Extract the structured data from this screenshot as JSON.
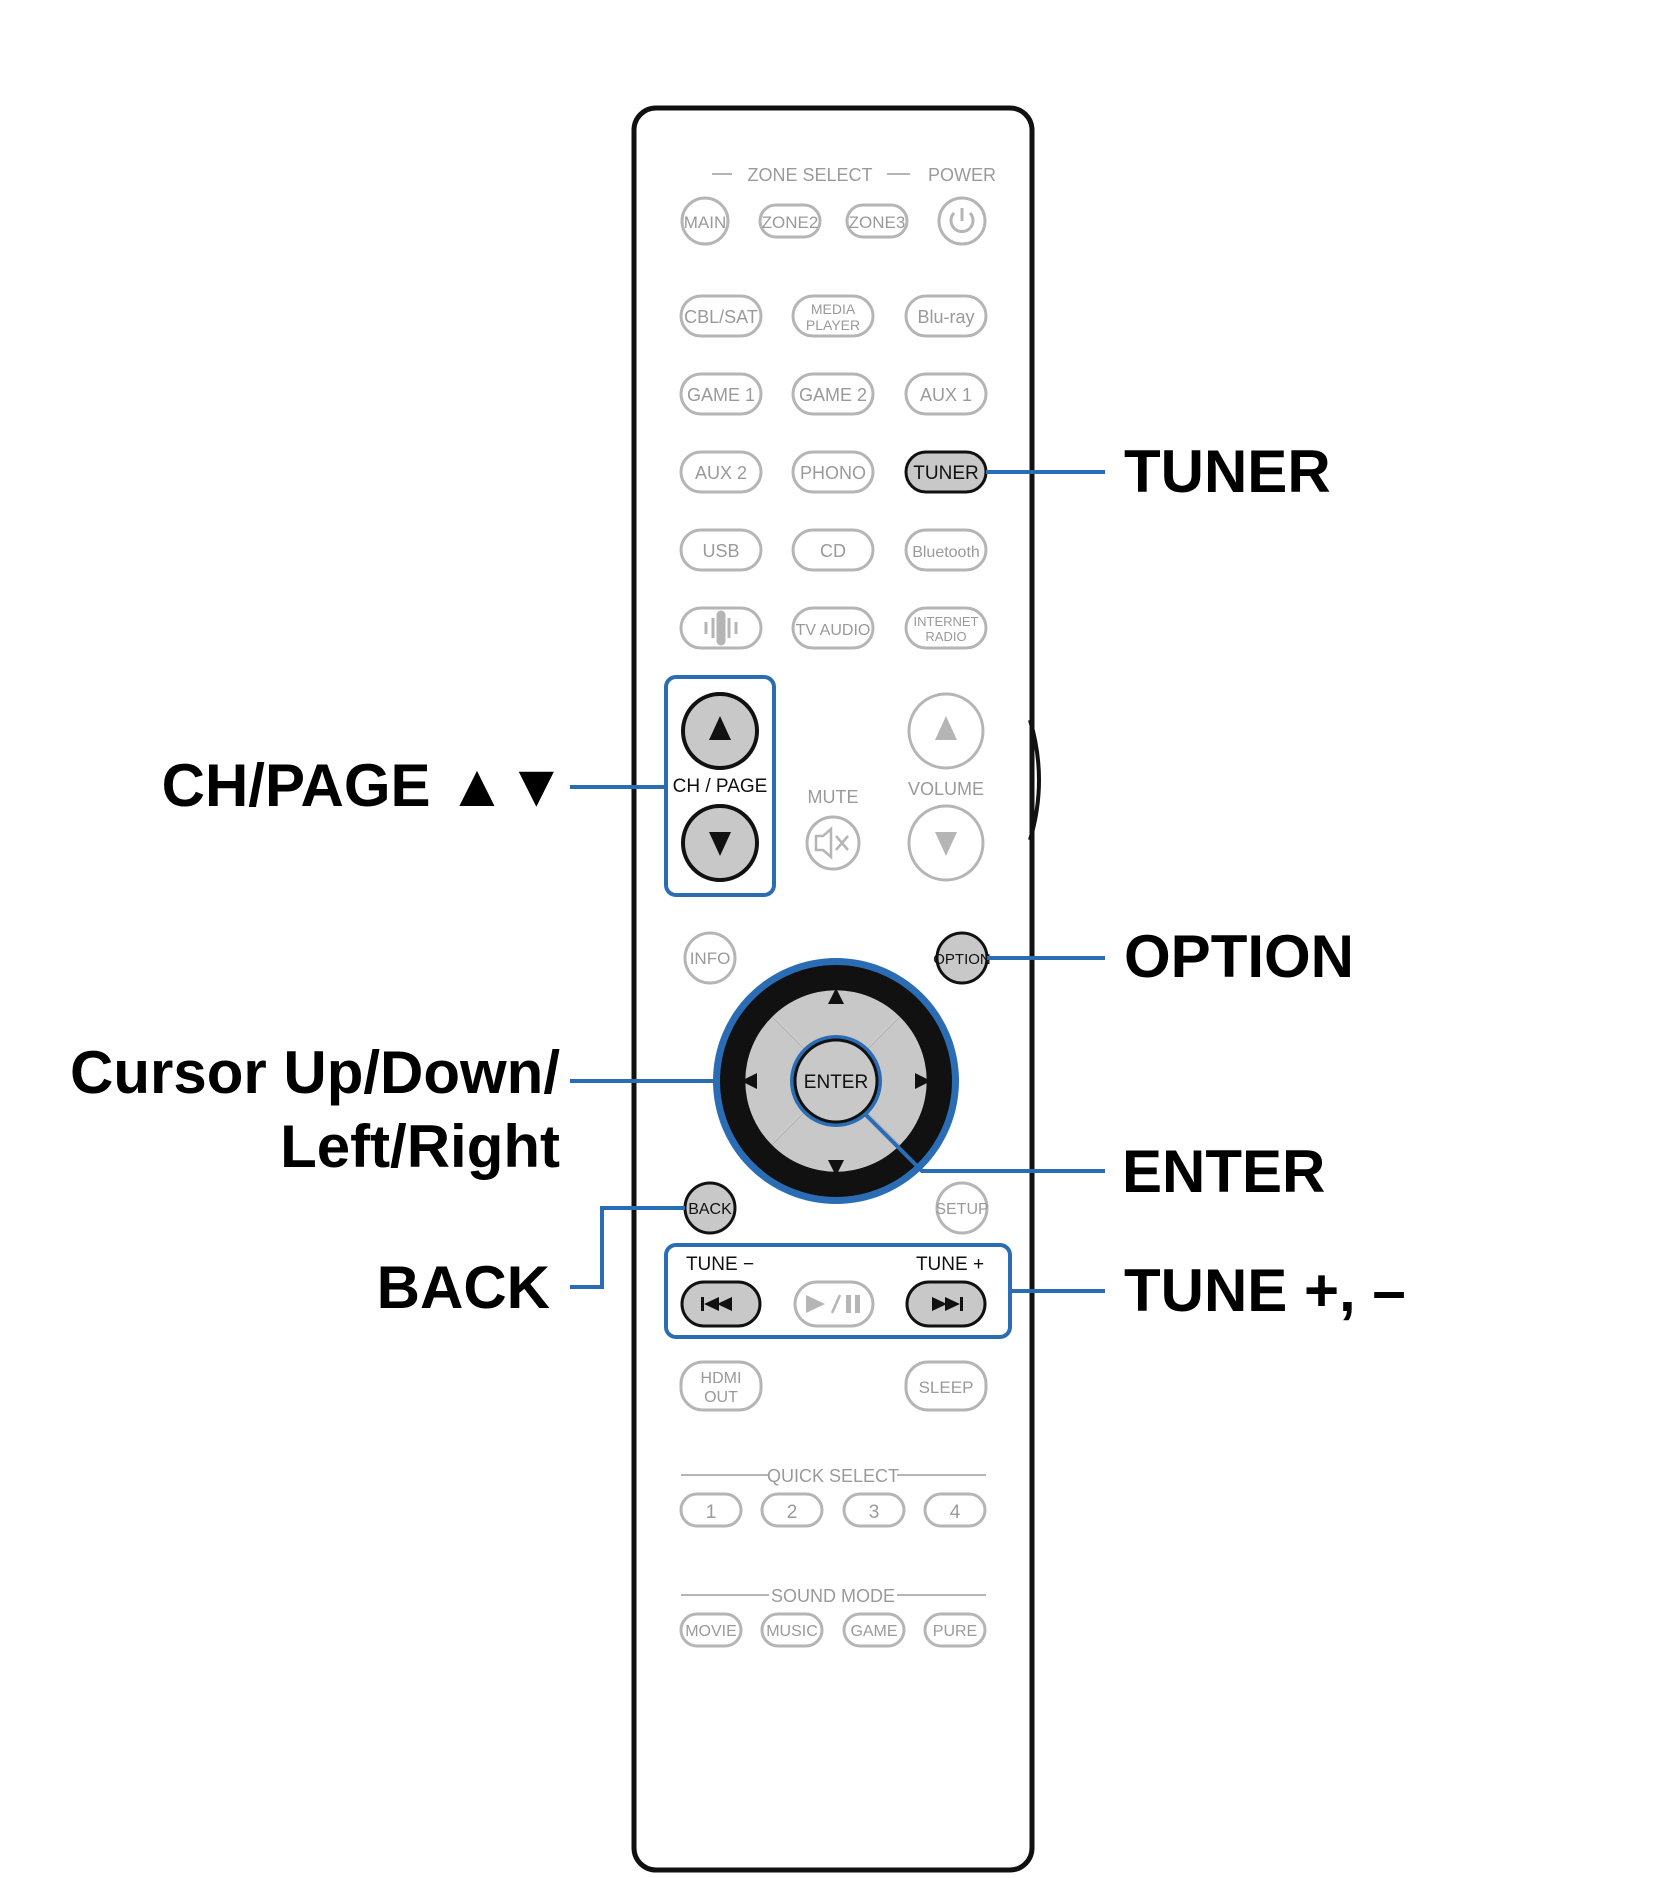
{
  "remote": {
    "zone_select_label": "ZONE SELECT",
    "power_label": "POWER",
    "zone_buttons": [
      "MAIN",
      "ZONE2",
      "ZONE3"
    ],
    "source_rows": [
      [
        "CBL/SAT",
        "MEDIA PLAYER",
        "Blu-ray"
      ],
      [
        "GAME 1",
        "GAME 2",
        "AUX 1"
      ],
      [
        "AUX 2",
        "PHONO",
        "TUNER"
      ],
      [
        "USB",
        "CD",
        "Bluetooth"
      ],
      [
        "",
        "TV AUDIO",
        "INTERNET RADIO"
      ]
    ],
    "media_player_lines": [
      "MEDIA",
      "PLAYER"
    ],
    "internet_radio_lines": [
      "INTERNET",
      "RADIO"
    ],
    "ch_page_label": "CH / PAGE",
    "mute_label": "MUTE",
    "volume_label": "VOLUME",
    "info_label": "INFO",
    "option_label": "OPTION",
    "enter_label": "ENTER",
    "back_label": "BACK",
    "setup_label": "SETUP",
    "tune_minus_label": "TUNE −",
    "tune_plus_label": "TUNE +",
    "hdmi_out_lines": [
      "HDMI",
      "OUT"
    ],
    "sleep_label": "SLEEP",
    "quick_select_label": "QUICK SELECT",
    "quick_select_buttons": [
      "1",
      "2",
      "3",
      "4"
    ],
    "sound_mode_label": "SOUND MODE",
    "sound_mode_buttons": [
      "MOVIE",
      "MUSIC",
      "GAME",
      "PURE"
    ]
  },
  "callouts": {
    "tuner": "TUNER",
    "ch_page": "CH/PAGE ▲▼",
    "option": "OPTION",
    "cursor_line1": "Cursor Up/Down/",
    "cursor_line2": "Left/Right",
    "enter": "ENTER",
    "back": "BACK",
    "tune": "TUNE +, –"
  },
  "colors": {
    "highlight_blue": "#2a6db5",
    "active_button_fill": "#c8c8c8",
    "faint_outline": "#b5b5b5",
    "body_outline": "#111111"
  }
}
